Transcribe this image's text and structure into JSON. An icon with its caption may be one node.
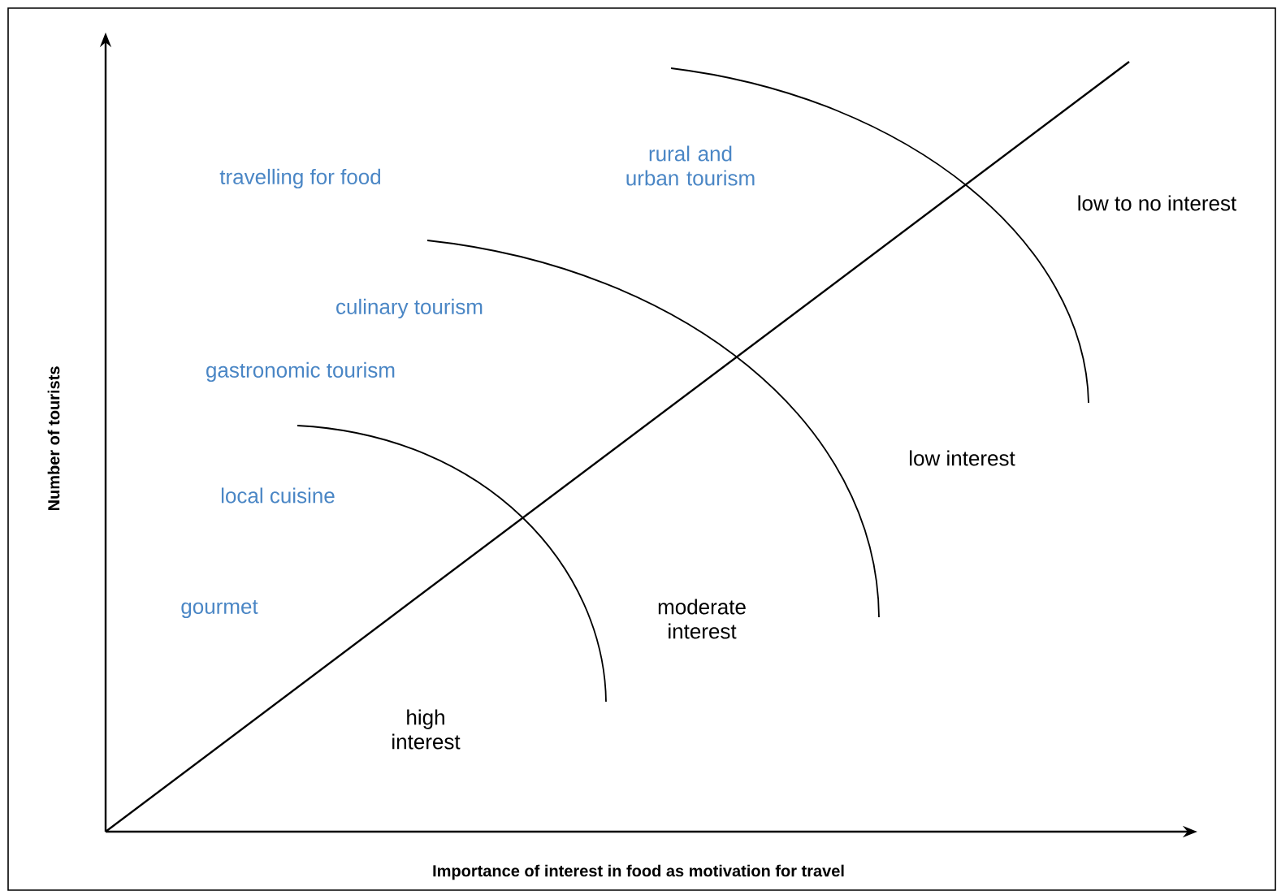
{
  "diagram": {
    "labels": [
      "rural and urban tourism",
      "travelling for food",
      "low to no interest",
      "culinary tourism",
      "gastronomic tourism",
      "low interest",
      "local cuisine",
      "gourmet",
      "moderate interest",
      "high interest",
      "Number of tourists",
      "Importance of interest in food as motivation for travel"
    ]
  }
}
